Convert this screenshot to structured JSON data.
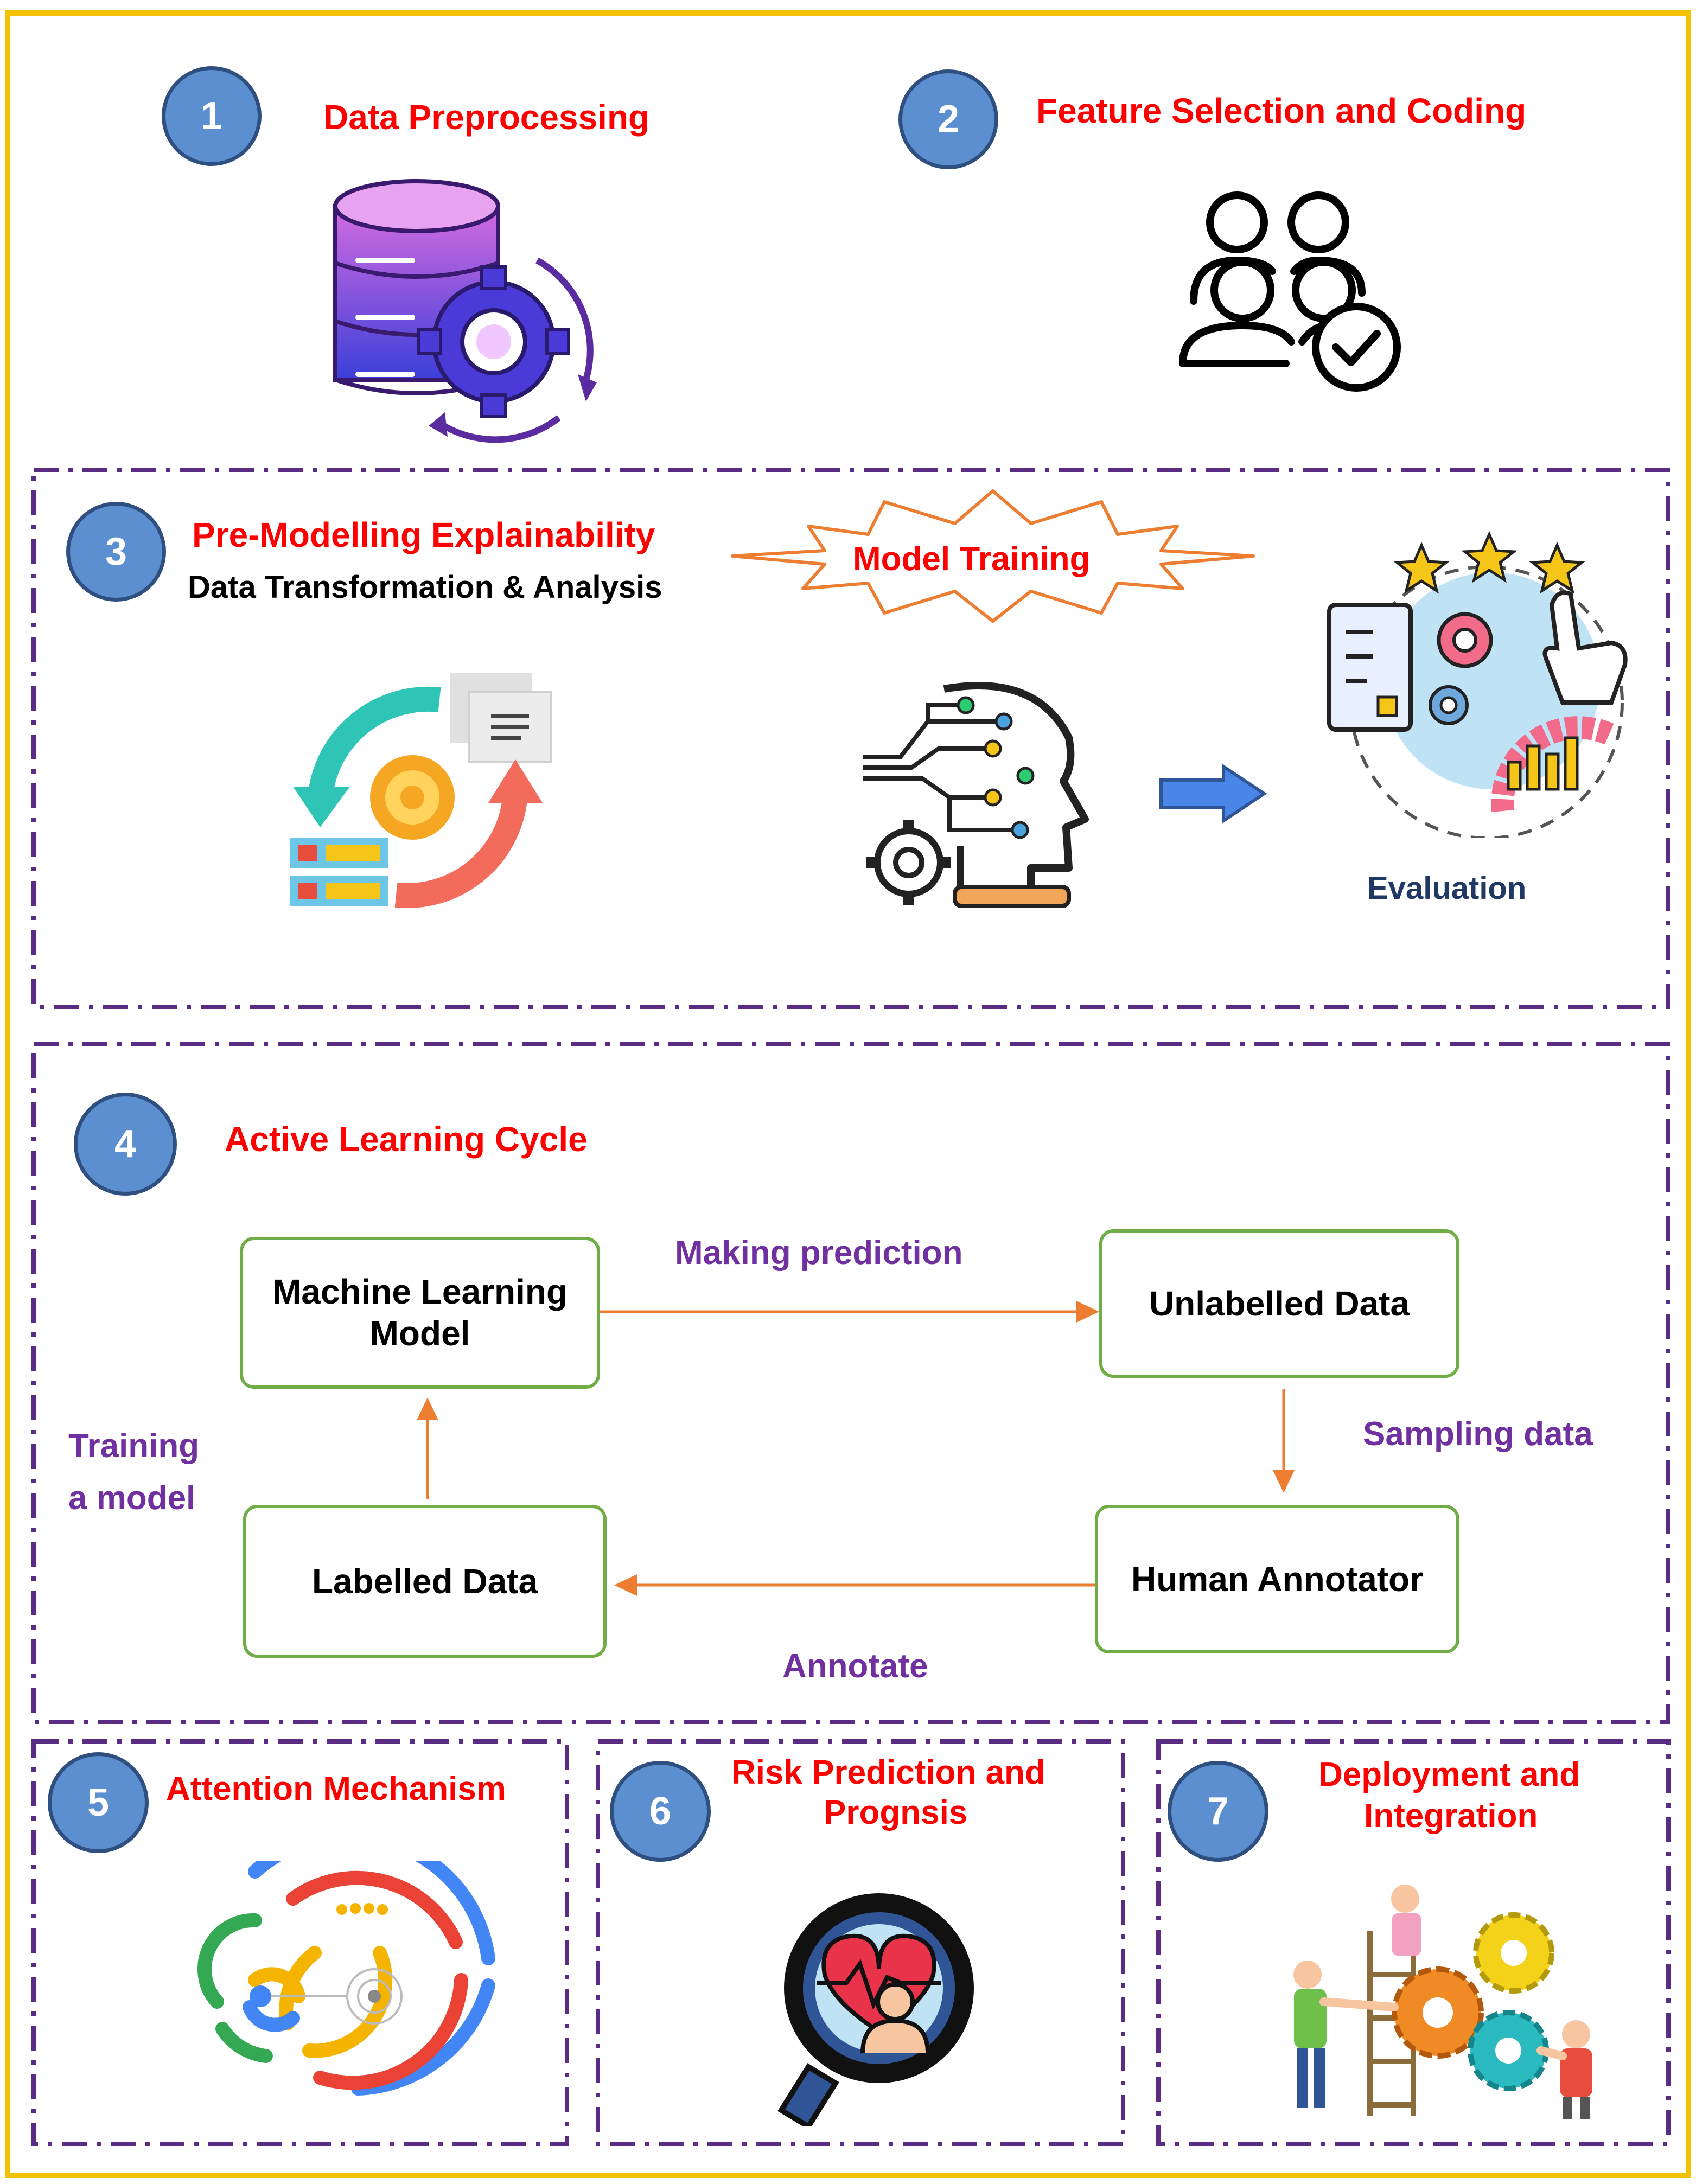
{
  "steps": {
    "s1": {
      "number": "1",
      "title": "Data Preprocessing"
    },
    "s2": {
      "number": "2",
      "title": "Feature Selection and Coding"
    },
    "s3": {
      "number": "3",
      "title": "Pre-Modelling Explainability",
      "subtitle": "Data Transformation & Analysis"
    },
    "s4": {
      "number": "4",
      "title": "Active Learning Cycle"
    },
    "s5": {
      "number": "5",
      "title": "Attention Mechanism"
    },
    "s6": {
      "number": "6",
      "title_line1": "Risk Prediction and",
      "title_line2": "Prognsis"
    },
    "s7": {
      "number": "7",
      "title_line1": "Deployment and",
      "title_line2": "Integration"
    }
  },
  "model_training": {
    "label": "Model Training",
    "evaluation": "Evaluation"
  },
  "cycle": {
    "ml_model_line1": "Machine Learning",
    "ml_model_line2": "Model",
    "unlabelled": "Unlabelled Data",
    "annotator": "Human Annotator",
    "labelled": "Labelled Data",
    "edge_predict": "Making prediction",
    "edge_sampling": "Sampling data",
    "edge_annotate": "Annotate",
    "edge_train_line1": "Training",
    "edge_train_line2": "a model"
  },
  "colors": {
    "outer_border": "#f2c200",
    "dash_border": "#5b2c83",
    "title_red": "#ff0000",
    "edge_purple": "#7030a0",
    "node_green": "#70ad47",
    "arrow_orange": "#ed7d31",
    "badge_blue": "#5b8fcf"
  },
  "icons": [
    "database-gear-icon",
    "people-check-icon",
    "data-transform-cycle-icon",
    "ai-head-gear-icon",
    "evaluation-rating-icon",
    "attention-rings-icon",
    "health-risk-magnifier-icon",
    "teamwork-gears-icon"
  ]
}
